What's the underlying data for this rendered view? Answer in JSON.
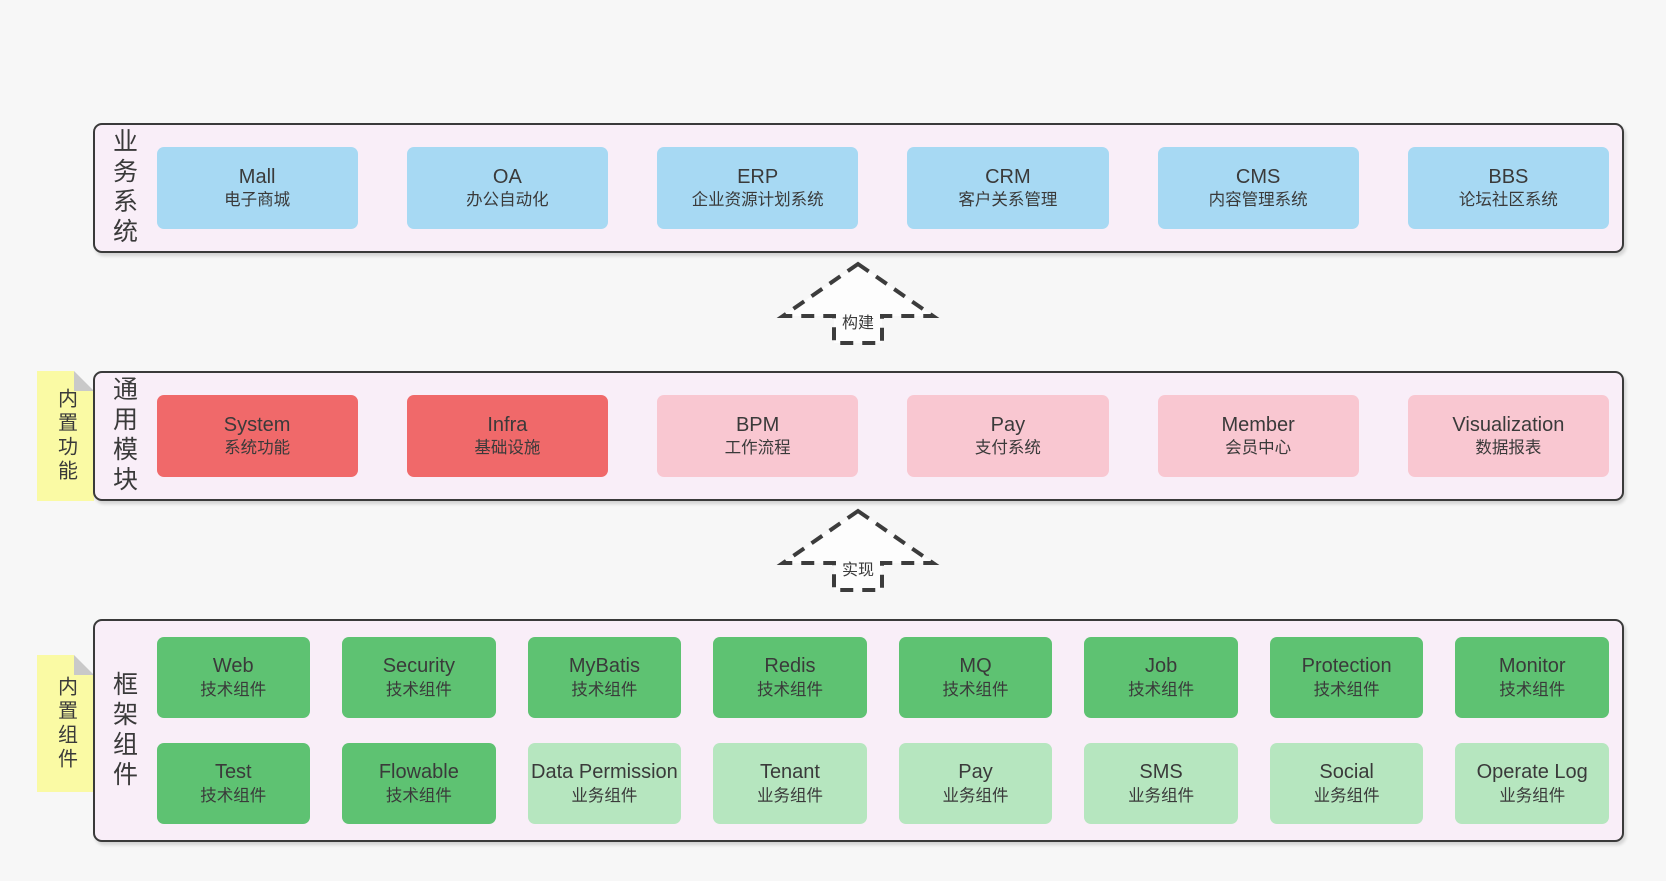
{
  "colors": {
    "page_bg": "#f7f7f7",
    "layer_bg": "#f9eef8",
    "layer_border": "#3a3a3a",
    "text": "#3a3a3a",
    "blue": "#a7d9f3",
    "red": "#f0696a",
    "pink": "#f9c7d1",
    "green": "#5ec272",
    "lightgreen": "#b6e6bf",
    "tag_bg": "#fafaa4",
    "tag_fold": "#c9c9c9"
  },
  "arrows": [
    {
      "label": "构建"
    },
    {
      "label": "实现"
    }
  ],
  "layers": [
    {
      "label": "业务系统",
      "tag": null,
      "rows": [
        [
          {
            "en": "Mall",
            "zh": "电子商城",
            "variant": "blue"
          },
          {
            "en": "OA",
            "zh": "办公自动化",
            "variant": "blue"
          },
          {
            "en": "ERP",
            "zh": "企业资源计划系统",
            "variant": "blue"
          },
          {
            "en": "CRM",
            "zh": "客户关系管理",
            "variant": "blue"
          },
          {
            "en": "CMS",
            "zh": "内容管理系统",
            "variant": "blue"
          },
          {
            "en": "BBS",
            "zh": "论坛社区系统",
            "variant": "blue"
          }
        ]
      ]
    },
    {
      "label": "通用模块",
      "tag": "内置功能",
      "rows": [
        [
          {
            "en": "System",
            "zh": "系统功能",
            "variant": "red"
          },
          {
            "en": "Infra",
            "zh": "基础设施",
            "variant": "red"
          },
          {
            "en": "BPM",
            "zh": "工作流程",
            "variant": "pink"
          },
          {
            "en": "Pay",
            "zh": "支付系统",
            "variant": "pink"
          },
          {
            "en": "Member",
            "zh": "会员中心",
            "variant": "pink"
          },
          {
            "en": "Visualization",
            "zh": "数据报表",
            "variant": "pink"
          }
        ]
      ]
    },
    {
      "label": "框架组件",
      "tag": "内置组件",
      "rows": [
        [
          {
            "en": "Web",
            "zh": "技术组件",
            "variant": "green"
          },
          {
            "en": "Security",
            "zh": "技术组件",
            "variant": "green"
          },
          {
            "en": "MyBatis",
            "zh": "技术组件",
            "variant": "green"
          },
          {
            "en": "Redis",
            "zh": "技术组件",
            "variant": "green"
          },
          {
            "en": "MQ",
            "zh": "技术组件",
            "variant": "green"
          },
          {
            "en": "Job",
            "zh": "技术组件",
            "variant": "green"
          },
          {
            "en": "Protection",
            "zh": "技术组件",
            "variant": "green"
          },
          {
            "en": "Monitor",
            "zh": "技术组件",
            "variant": "green"
          }
        ],
        [
          {
            "en": "Test",
            "zh": "技术组件",
            "variant": "green"
          },
          {
            "en": "Flowable",
            "zh": "技术组件",
            "variant": "green"
          },
          {
            "en": "Data Permission",
            "zh": "业务组件",
            "variant": "lightgreen"
          },
          {
            "en": "Tenant",
            "zh": "业务组件",
            "variant": "lightgreen"
          },
          {
            "en": "Pay",
            "zh": "业务组件",
            "variant": "lightgreen"
          },
          {
            "en": "SMS",
            "zh": "业务组件",
            "variant": "lightgreen"
          },
          {
            "en": "Social",
            "zh": "业务组件",
            "variant": "lightgreen"
          },
          {
            "en": "Operate Log",
            "zh": "业务组件",
            "variant": "lightgreen"
          }
        ]
      ]
    }
  ]
}
